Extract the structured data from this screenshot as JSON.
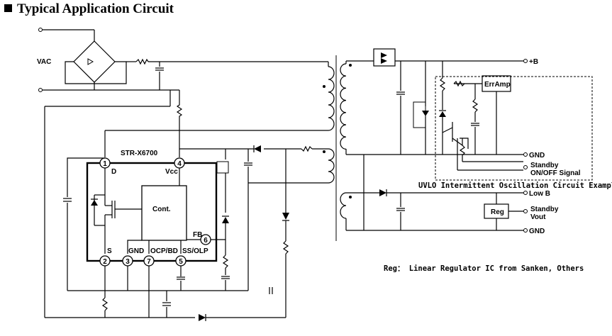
{
  "title": "Typical Application Circuit",
  "labels": {
    "vac": "VAC",
    "ic_name": "STR-X6700",
    "pin_d": "D",
    "pin_vcc": "Vcc",
    "controller": "Cont.",
    "pin_fb": "FB",
    "pin_s": "S",
    "pin_gnd": "GND",
    "pin_ocp": "OCP/BD",
    "pin_ss": "SS/OLP",
    "pin1": "1",
    "pin2": "2",
    "pin3": "3",
    "pin4": "4",
    "pin5": "5",
    "pin6": "6",
    "pin7": "7",
    "out_b": "+B",
    "err_amp": "ErrAmp",
    "gnd_1": "GND",
    "standby_onoff_1": "Standby",
    "standby_onoff_2": "ON/OFF Signal",
    "uvlo_caption": "UVLO Intermittent Oscillation Circuit Example",
    "low_b": "Low B",
    "reg": "Reg",
    "standby_vout_1": "Standby",
    "standby_vout_2": "Vout",
    "gnd_2": "GND",
    "note": "Reg： Linear Regulator IC from Sanken, Others"
  }
}
